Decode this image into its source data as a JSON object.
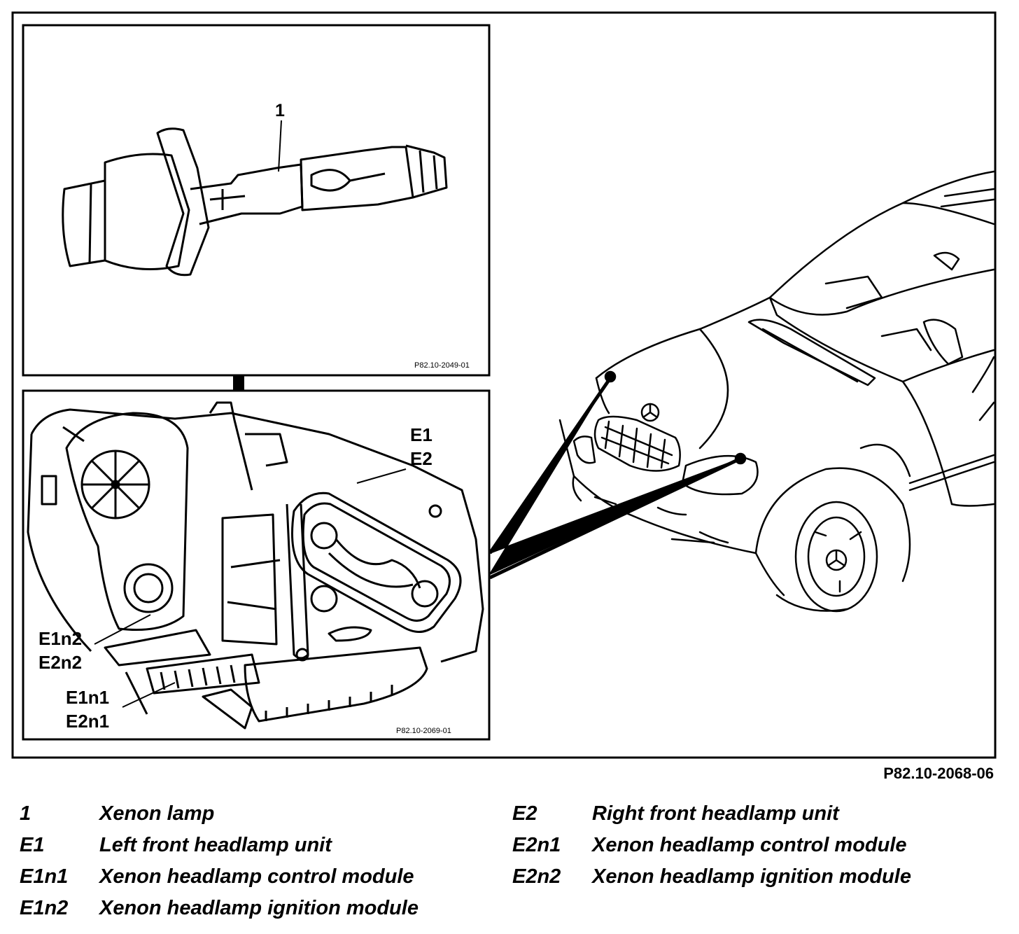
{
  "figure": {
    "reference": "P82.10-2068-06",
    "lamp_panel_ref": "P82.10-2049-01",
    "headlamp_panel_ref": "P82.10-2069-01",
    "callouts": {
      "lamp": "1",
      "unit_left": "E1",
      "unit_right": "E2",
      "ign_left": "E1n2",
      "ign_right": "E2n2",
      "ctrl_left": "E1n1",
      "ctrl_right": "E2n1"
    }
  },
  "legend": {
    "left": [
      {
        "code": "1",
        "description": "Xenon lamp"
      },
      {
        "code": "E1",
        "description": "Left front headlamp unit"
      },
      {
        "code": "E1n1",
        "description": "Xenon headlamp control module"
      },
      {
        "code": "E1n2",
        "description": "Xenon headlamp ignition module"
      }
    ],
    "right": [
      {
        "code": "E2",
        "description": "Right front headlamp unit"
      },
      {
        "code": "E2n1",
        "description": "Xenon headlamp control module"
      },
      {
        "code": "E2n2",
        "description": "Xenon headlamp ignition module"
      }
    ]
  }
}
